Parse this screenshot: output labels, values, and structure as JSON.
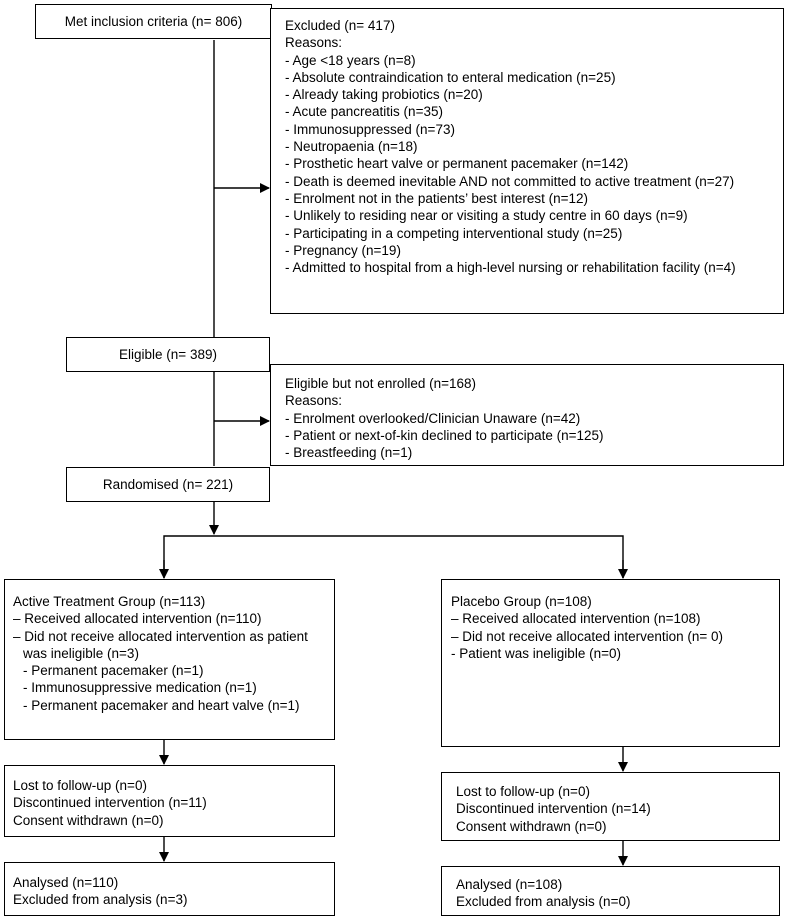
{
  "met_inclusion": "Met inclusion criteria (n= 806)",
  "excluded": {
    "title": "Excluded (n= 417)",
    "reasons_label": "Reasons:",
    "items": [
      "- Age <18 years (n=8)",
      "- Absolute contraindication to enteral medication (n=25)",
      "- Already taking probiotics (n=20)",
      "- Acute pancreatitis (n=35)",
      "- Immunosuppressed (n=73)",
      "- Neutropaenia (n=18)",
      "- Prosthetic heart valve or permanent pacemaker (n=142)",
      "- Death is deemed inevitable AND not committed to active treatment (n=27)",
      "- Enrolment not in the patients’ best interest (n=12)",
      "- Unlikely to residing near or visiting a study centre in 60 days (n=9)",
      "- Participating in a competing interventional study (n=25)",
      "- Pregnancy (n=19)",
      "- Admitted to hospital from a high-level nursing or rehabilitation facility (n=4)"
    ]
  },
  "eligible": "Eligible (n= 389)",
  "not_enrolled": {
    "title": "Eligible but not enrolled (n=168)",
    "reasons_label": "Reasons:",
    "items": [
      "- Enrolment overlooked/Clinician Unaware (n=42)",
      "- Patient or next-of-kin declined to participate (n=125)",
      "- Breastfeeding (n=1)"
    ]
  },
  "randomised": "Randomised (n= 221)",
  "active": {
    "title": "Active Treatment Group (n=113)",
    "items": [
      "– Received allocated intervention (n=110)",
      "– Did not receive allocated intervention as patient",
      "was ineligible (n=3)",
      "- Permanent pacemaker (n=1)",
      "- Immunosuppressive medication (n=1)",
      "- Permanent pacemaker and heart valve (n=1)"
    ],
    "followup": [
      "Lost to follow-up (n=0)",
      "Discontinued intervention (n=11)",
      "Consent withdrawn (n=0)"
    ],
    "analysed": [
      "Analysed (n=110)",
      "Excluded from analysis (n=3)"
    ]
  },
  "placebo": {
    "title": "Placebo Group (n=108)",
    "items": [
      "– Received allocated intervention (n=108)",
      "– Did not receive allocated intervention (n= 0)",
      "- Patient was ineligible (n=0)"
    ],
    "followup": [
      "Lost to follow-up (n=0)",
      "Discontinued intervention (n=14)",
      "Consent withdrawn (n=0)"
    ],
    "analysed": [
      "Analysed (n=108)",
      "Excluded from analysis (n=0)"
    ]
  }
}
